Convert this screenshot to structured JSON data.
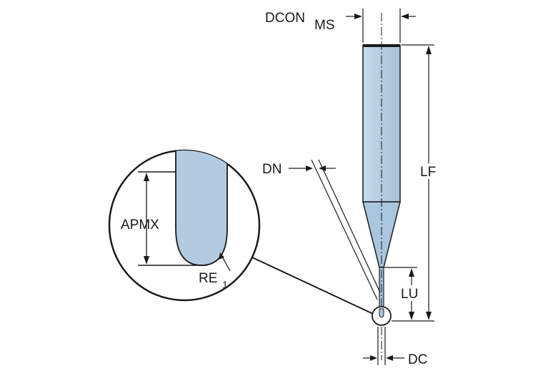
{
  "labels": {
    "dcon": "DCON",
    "dcon_sub": "MS",
    "dn": "DN",
    "lf": "LF",
    "apmx": "APMX",
    "re": "RE",
    "re_sub": "1",
    "lu": "LU",
    "dc": "DC"
  },
  "colors": {
    "tool_fill": "#b4cde0",
    "tool_tip": "#a9c6de",
    "line": "#1a1a1a",
    "background": "#ffffff"
  }
}
